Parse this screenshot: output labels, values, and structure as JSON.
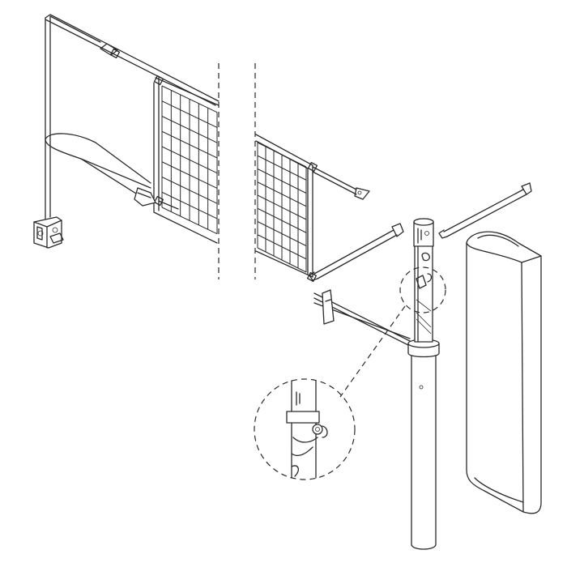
{
  "diagram": {
    "net": {
      "grid_cols": 6,
      "grid_rows": 8
    },
    "post": {
      "band_text": ""
    },
    "colors": {
      "line": "#2a2a2a",
      "background": "#ffffff"
    },
    "parts": [
      "antenna-rod-left",
      "antenna-rod-right",
      "net-frame",
      "net-mesh-left",
      "net-mesh-right",
      "break-line-left",
      "break-line-right",
      "winch-bracket",
      "net-strap",
      "upright-post",
      "post-padding",
      "detail-callout"
    ]
  }
}
